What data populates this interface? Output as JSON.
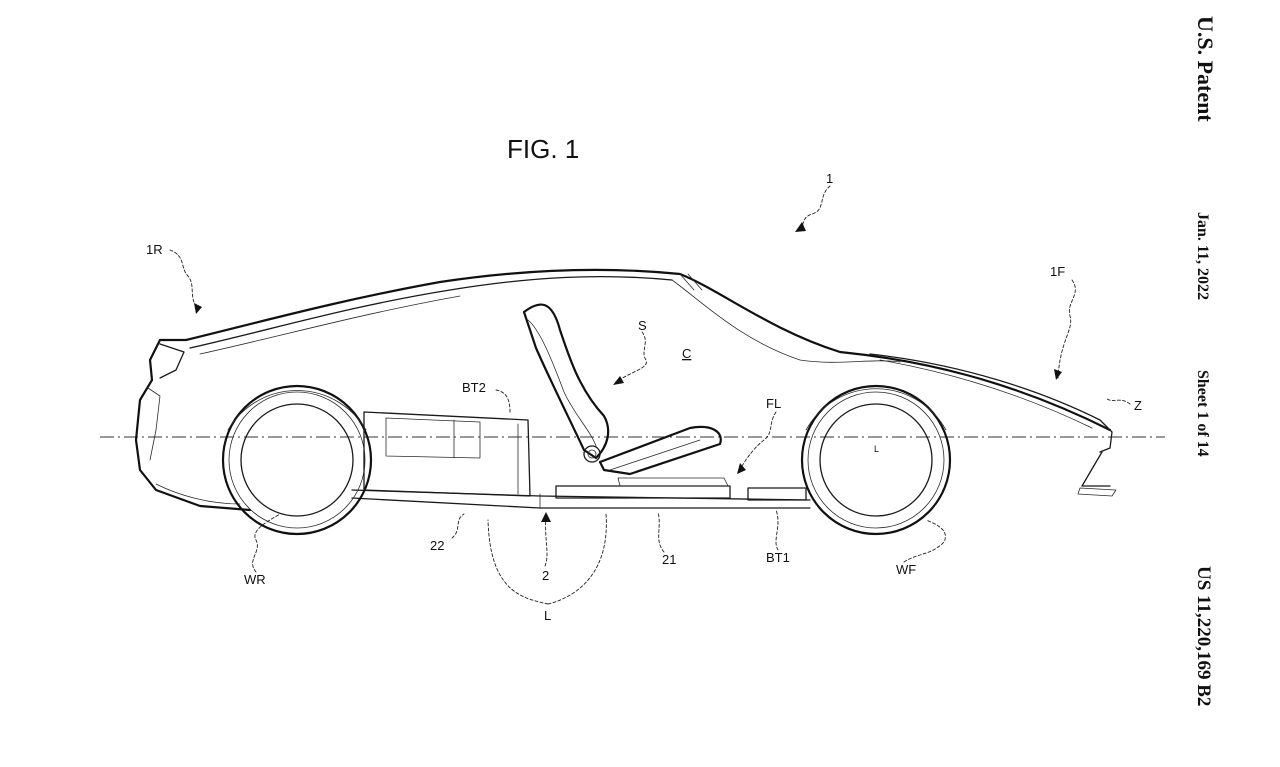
{
  "header": {
    "title": "U.S. Patent",
    "date": "Jan. 11, 2022",
    "sheet": "Sheet 1 of 14",
    "number": "US 11,220,169 B2"
  },
  "figure": {
    "title": "FIG. 1",
    "refs": {
      "vehicle": "1",
      "rear": "1R",
      "front": "1F",
      "seat": "S",
      "cabin": "C",
      "battery_rear": "BT2",
      "floor": "FL",
      "axis_z": "Z",
      "axis_l_small": "L",
      "underbody_rear": "22",
      "underbody_front": "21",
      "frame": "2",
      "battery_front": "BT1",
      "wheel_rear": "WR",
      "wheel_front": "WF",
      "longitudinal": "L"
    }
  }
}
